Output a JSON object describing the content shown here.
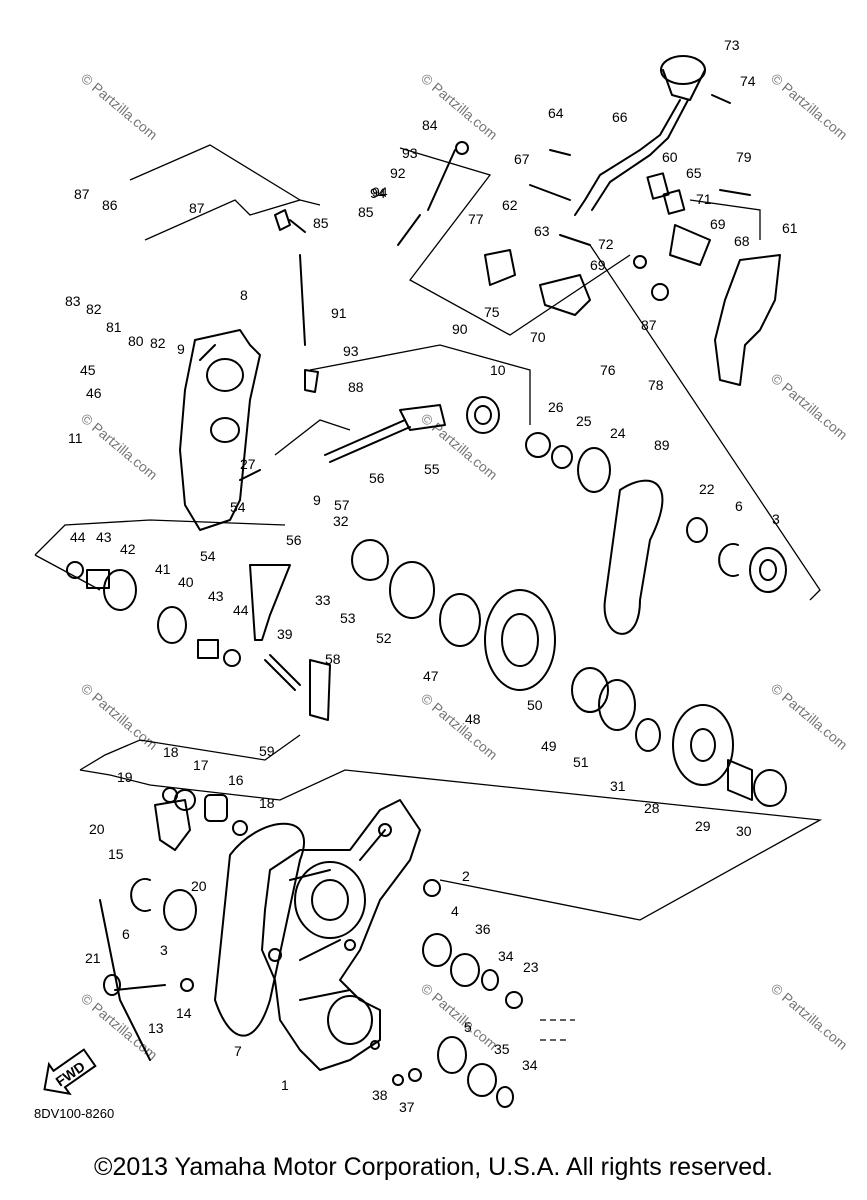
{
  "diagram": {
    "drawing_code": "8DV100-8260",
    "direction_label": "FWD",
    "watermark_text": "© Partzilla.com",
    "callouts": [
      "73",
      "74",
      "64",
      "66",
      "84",
      "93",
      "92",
      "94",
      "85",
      "67",
      "60",
      "65",
      "79",
      "87",
      "86",
      "87",
      "85",
      "94",
      "62",
      "77",
      "63",
      "72",
      "69",
      "71",
      "68",
      "61",
      "83",
      "82",
      "81",
      "80",
      "91",
      "75",
      "70",
      "69",
      "87",
      "8",
      "82",
      "93",
      "90",
      "76",
      "78",
      "9",
      "88",
      "45",
      "46",
      "10",
      "11",
      "26",
      "25",
      "24",
      "27",
      "56",
      "55",
      "89",
      "57",
      "9",
      "22",
      "6",
      "3",
      "54",
      "32",
      "44",
      "43",
      "42",
      "56",
      "54",
      "41",
      "40",
      "33",
      "53",
      "52",
      "43",
      "44",
      "47",
      "39",
      "58",
      "50",
      "48",
      "49",
      "51",
      "31",
      "59",
      "28",
      "29",
      "30",
      "18",
      "17",
      "19",
      "16",
      "18",
      "20",
      "15",
      "20",
      "2",
      "6",
      "3",
      "4",
      "36",
      "34",
      "21",
      "23",
      "14",
      "13",
      "7",
      "5",
      "35",
      "34",
      "1",
      "38",
      "37"
    ]
  },
  "footer": {
    "copyright": "©2013  Yamaha Motor Corporation, U.S.A. All rights reserved."
  }
}
